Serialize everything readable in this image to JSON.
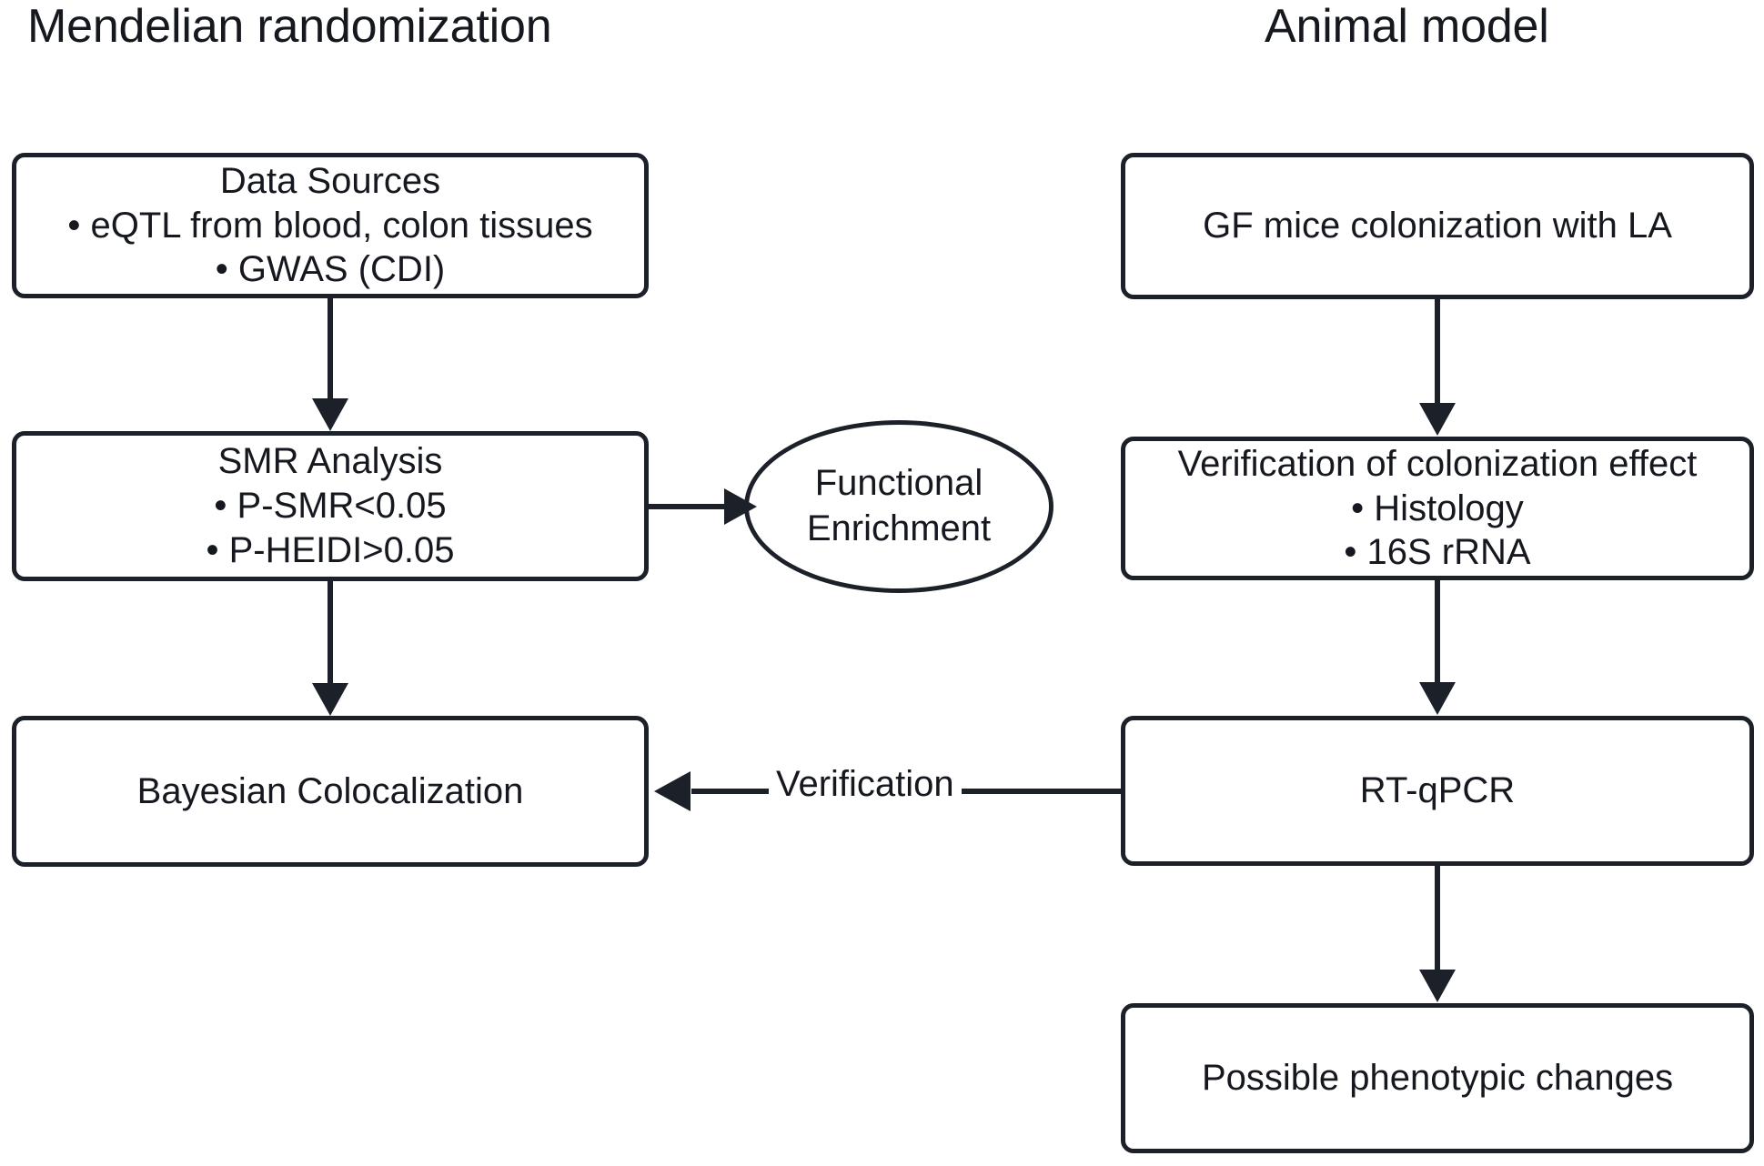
{
  "diagram": {
    "title_left": "Mendelian randomization",
    "title_right": "Animal model",
    "colors": {
      "stroke": "#1c2029",
      "text": "#15181f",
      "background": "#ffffff"
    },
    "nodes": {
      "data_sources": {
        "shape": "rounded-rect",
        "lines": [
          "Data Sources",
          "• eQTL from blood, colon tissues",
          "• GWAS (CDI)"
        ]
      },
      "smr_analysis": {
        "shape": "rounded-rect",
        "lines": [
          "SMR Analysis",
          "• P-SMR<0.05",
          "• P-HEIDI>0.05"
        ]
      },
      "functional_enrichment": {
        "shape": "ellipse",
        "lines": [
          "Functional",
          "Enrichment"
        ]
      },
      "bayesian_colocalization": {
        "shape": "rounded-rect",
        "lines": [
          "Bayesian Colocalization"
        ]
      },
      "gf_mice": {
        "shape": "rounded-rect",
        "lines": [
          "GF mice colonization with LA"
        ]
      },
      "verification_effect": {
        "shape": "rounded-rect",
        "lines": [
          "Verification of colonization effect",
          "• Histology",
          "• 16S rRNA"
        ]
      },
      "rt_qpcr": {
        "shape": "rounded-rect",
        "lines": [
          "RT-qPCR"
        ]
      },
      "phenotypic_changes": {
        "shape": "rounded-rect",
        "lines": [
          "Possible phenotypic changes"
        ]
      }
    },
    "edges": {
      "rt_to_colocalization_label": "Verification"
    }
  }
}
